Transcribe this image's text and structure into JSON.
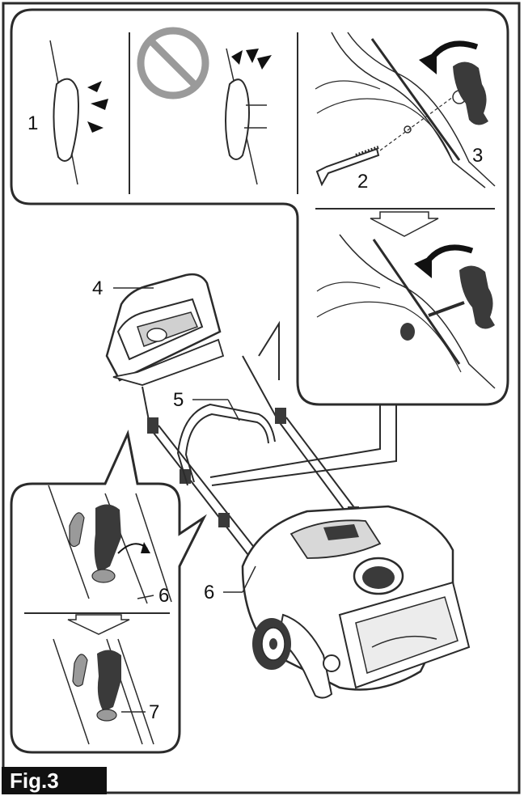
{
  "figure": {
    "label": "Fig.3"
  },
  "callouts": {
    "c1": "1",
    "c2": "2",
    "c3": "3",
    "c4": "4",
    "c5": "5",
    "c6a": "6",
    "c6b": "6",
    "c7": "7"
  },
  "icons": {
    "prohibited": "no-entry-icon",
    "rotate": "rotate-arrow-icon",
    "step_arrow": "down-arrow-icon"
  },
  "colors": {
    "line": "#2b2b2b",
    "fill": "#ffffff",
    "gray": "#9a9a9a",
    "dark": "#3a3a3a",
    "label_bg": "#111111"
  }
}
